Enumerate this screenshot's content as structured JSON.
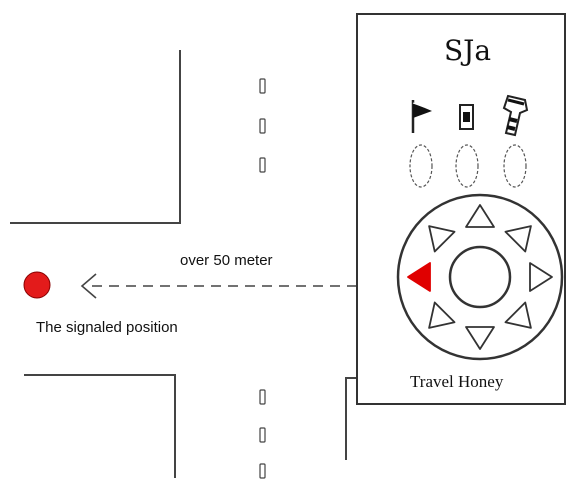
{
  "labels": {
    "distance": "over 50 meter",
    "position": "The signaled position"
  },
  "device": {
    "name": "SJa",
    "brand": "Travel Honey",
    "mode_icons": [
      "flag-icon",
      "square-icon",
      "striped-pole-icon"
    ],
    "compass_active_direction": "west",
    "active_color": "#e00000"
  },
  "marker": {
    "color": "#e31b1b"
  }
}
